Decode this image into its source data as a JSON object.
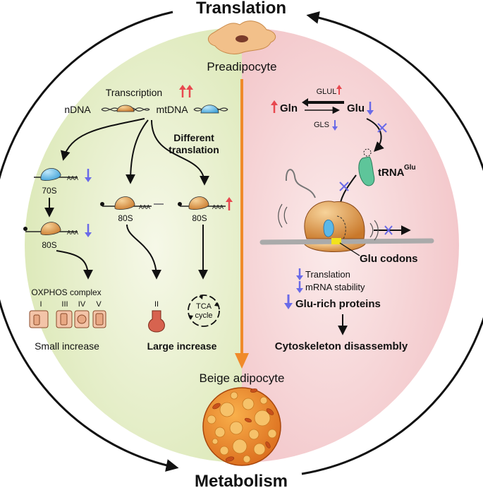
{
  "title_top": "Translation",
  "title_bottom": "Metabolism",
  "preadipocyte": "Preadipocyte",
  "beige_adipocyte": "Beige adipocyte",
  "left": {
    "transcription": "Transcription",
    "ndna": "nDNA",
    "mtdna": "mtDNA",
    "different_translation": [
      "Different",
      "translation"
    ],
    "polyA": "AAA",
    "r70s": "70S",
    "r80s_a": "80S",
    "r80s_b": "80S",
    "r80s_c": "80S",
    "oxphos_title": "OXPHOS complex",
    "complex_labels": [
      "I",
      "III",
      "IV",
      "V"
    ],
    "complex_ii": "II",
    "tca": [
      "TCA",
      "cycle"
    ],
    "small_increase": "Small increase",
    "large_increase": "Large increase"
  },
  "right": {
    "glul": "GLUL",
    "gls": "GLS",
    "gln": "Gln",
    "glu": "Glu",
    "trna": "tRNA",
    "trna_sup": "Glu",
    "glu_codons": "Glu codons",
    "effects": [
      "Translation",
      "mRNA stability"
    ],
    "glu_rich": "Glu-rich proteins",
    "cytoskeleton": "Cytoskeleton disassembly"
  },
  "colors": {
    "left_bg": "#e2ecc4",
    "right_bg": "#f3c7c9",
    "up_arrow": "#e8484f",
    "down_arrow": "#6a6ae8",
    "center_arrow": "#f08a2a",
    "ribosome_orange": "#e0a35a",
    "ribosome_blue": "#5bb8e8",
    "trna_green": "#5ec59a",
    "codon_yellow": "#f2e21c"
  }
}
